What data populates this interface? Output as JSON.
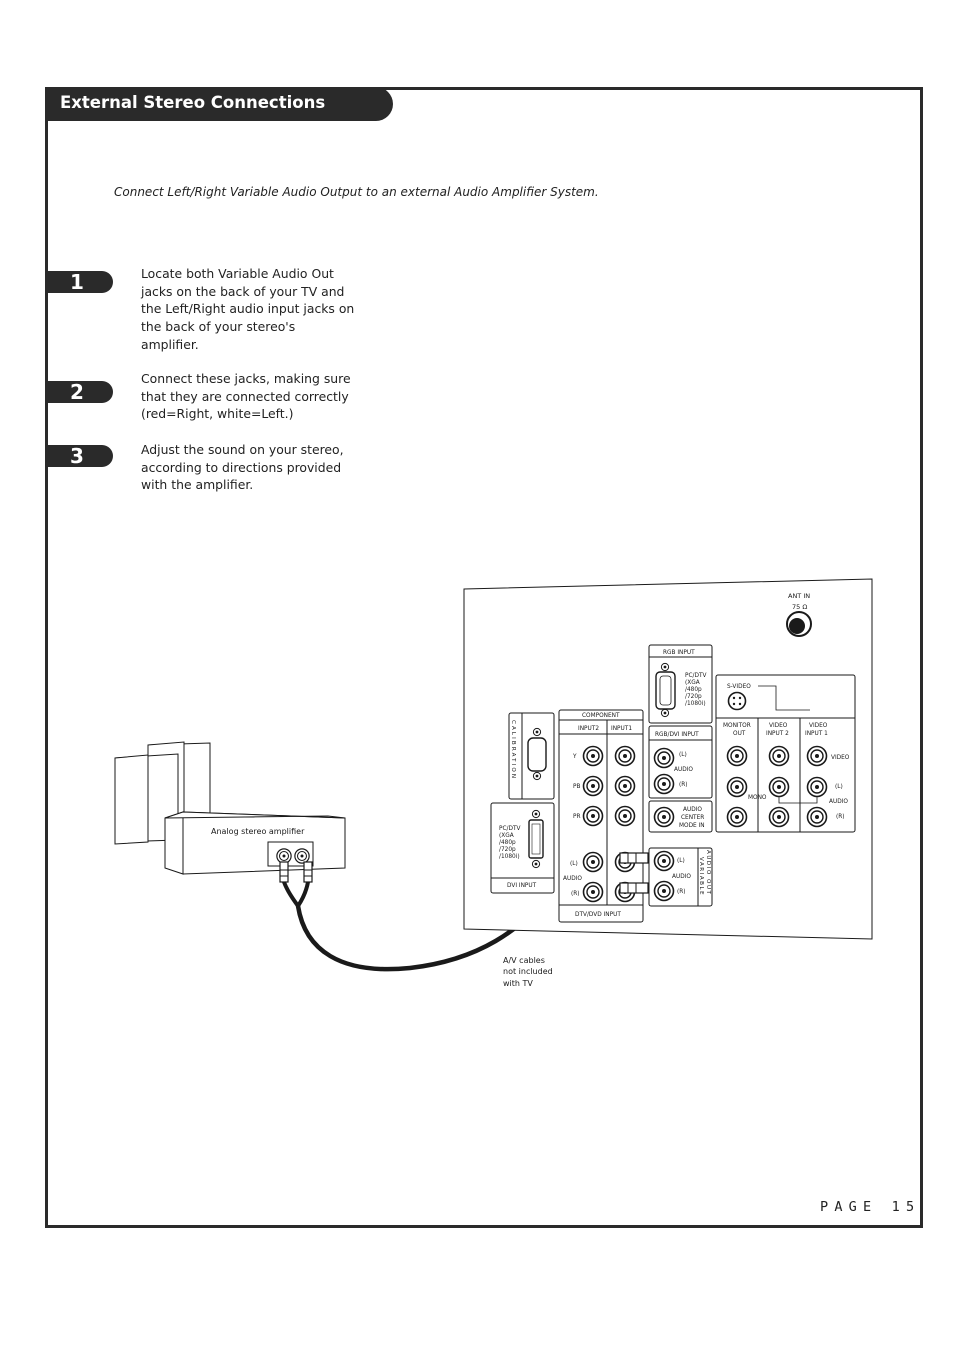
{
  "header": {
    "title": "External Stereo Connections"
  },
  "intro": "Connect Left/Right Variable Audio Output to an external Audio Amplifier System.",
  "steps": [
    {
      "number": "1",
      "text": "Locate both Variable Audio Out jacks on the back of your TV and the Left/Right audio input jacks on the back of your stereo's amplifier."
    },
    {
      "number": "2",
      "text": "Connect these jacks, making sure that they are connected correctly (red=Right, white=Left.)"
    },
    {
      "number": "3",
      "text": "Adjust the sound on your stereo, according to directions provided with the amplifier."
    }
  ],
  "diagram": {
    "amplifier_label": "Analog stereo amplifier",
    "cable_note": [
      "A/V cables",
      "not included",
      "with TV"
    ],
    "ant_in": "ANT IN",
    "ant_ohm": "75 Ω",
    "rgb_input": "RGB INPUT",
    "pc_dtv": [
      "PC/DTV",
      "(XGA",
      "/480p",
      "/720p",
      "/1080i)"
    ],
    "s_video": "S-VIDEO",
    "monitor_out": [
      "MONITOR",
      "OUT"
    ],
    "video_input_2": [
      "VIDEO",
      "INPUT 2"
    ],
    "video_input_1": [
      "VIDEO",
      "INPUT 1"
    ],
    "component": "COMPONENT",
    "input2": "INPUT2",
    "input1": "INPUT1",
    "rgb_dvi_input": "RGB/DVI INPUT",
    "calibration": "CALIBRATION",
    "jack_y": "Y",
    "jack_pb": "PB",
    "jack_pr": "PR",
    "left": "(L)",
    "right": "(R)",
    "audio": "AUDIO",
    "audio_center": [
      "AUDIO",
      "CENTER",
      "MODE IN"
    ],
    "mono": "MONO",
    "video": "VIDEO",
    "dvi_input": "DVI INPUT",
    "dtv_dvd_input": "DTV/DVD INPUT",
    "variable": "VARIABLE",
    "audio_out": "AUDIO OUT"
  },
  "footer": {
    "page": "PAGE 15"
  }
}
